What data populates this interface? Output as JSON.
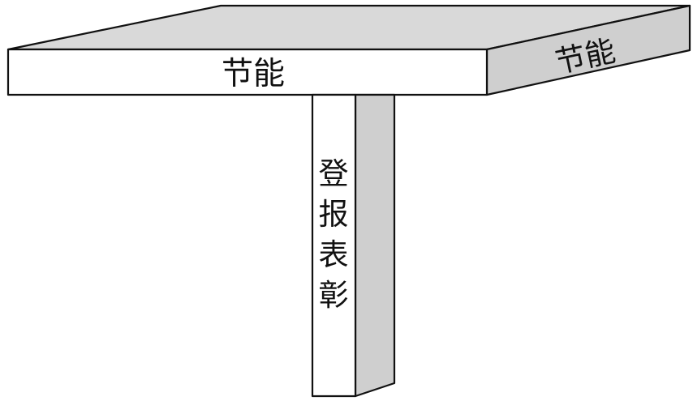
{
  "colors": {
    "top_face": "#d9d9d9",
    "front_face": "#ffffff",
    "side_face": "#cfcfcf",
    "outline": "#111111"
  },
  "slab": {
    "front_label": "节能",
    "side_label": "节能"
  },
  "post": {
    "chars": [
      "登",
      "报",
      "表",
      "彰"
    ]
  }
}
